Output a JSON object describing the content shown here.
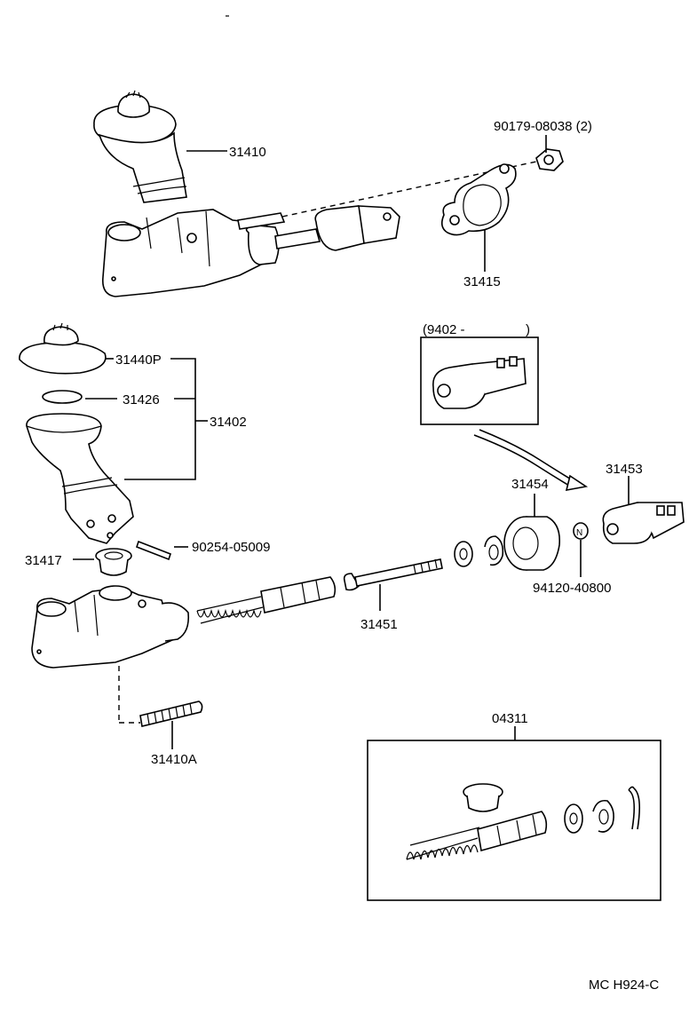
{
  "labels": {
    "l31410": "31410",
    "l90179": "90179-08038 (2)",
    "l31415": "31415",
    "l31440p": "31440P",
    "l31426": "31426",
    "l31402": "31402",
    "l9402": "(9402 -",
    "l9402close": ")",
    "l31453": "31453",
    "l31454": "31454",
    "l90254": "90254-05009",
    "l31417": "31417",
    "l94120": "94120-40800",
    "l31451": "31451",
    "l31410a": "31410A",
    "l04311": "04311",
    "code": "MC H924-C",
    "n": "N"
  }
}
